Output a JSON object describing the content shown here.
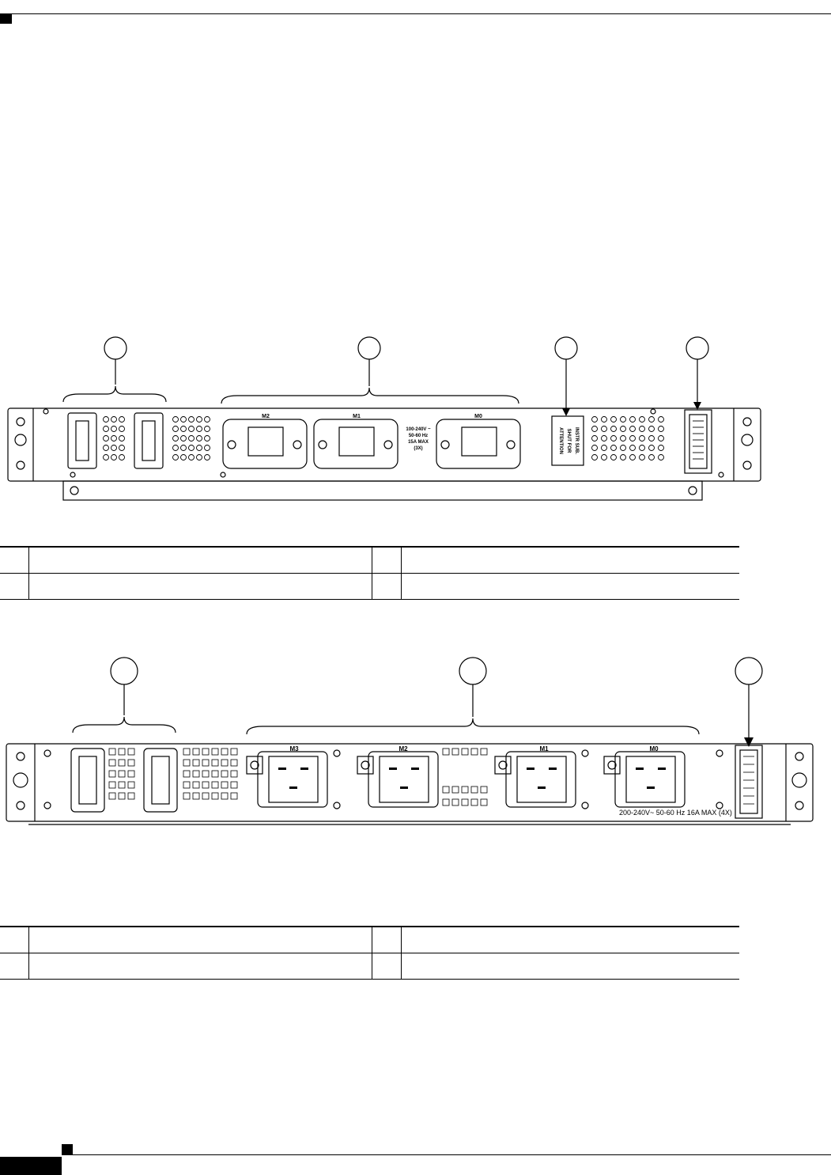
{
  "figure1": {
    "module_labels": [
      "M2",
      "M1",
      "M0"
    ],
    "rating_label": [
      "100-240V ~",
      "50-60 Hz",
      "15A MAX",
      "(3X)"
    ],
    "attention_label": [
      "ATTENTION",
      "SHUT FOR",
      "INSTR SUB."
    ]
  },
  "figure2": {
    "module_labels": [
      "M3",
      "M2",
      "M1",
      "M0"
    ],
    "rating_label": "200-240V~ 50-60 Hz 16A MAX (4X)"
  }
}
